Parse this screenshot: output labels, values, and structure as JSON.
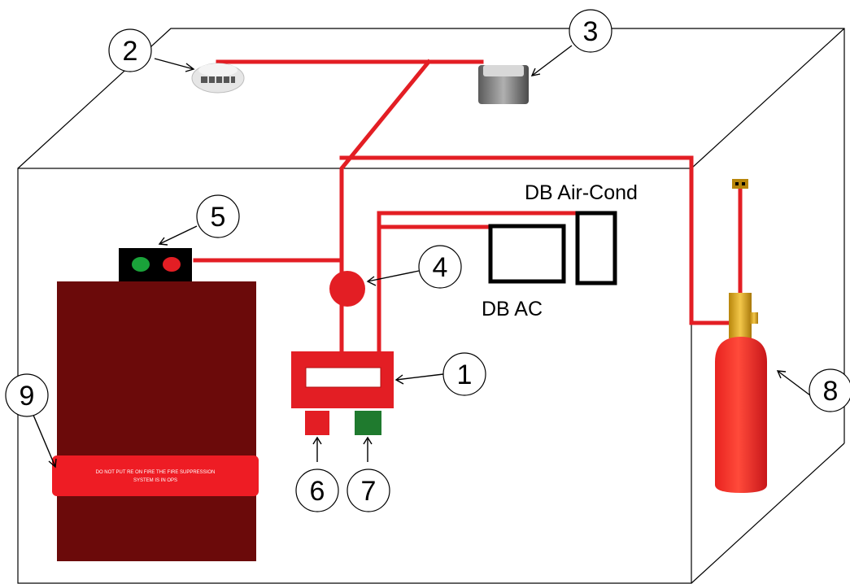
{
  "labels": {
    "db_air_cond": "DB Air-Cond",
    "db_ac": "DB AC"
  },
  "callouts": {
    "n1": "1",
    "n2": "2",
    "n3": "3",
    "n4": "4",
    "n5": "5",
    "n6": "6",
    "n7": "7",
    "n8": "8",
    "n9": "9"
  },
  "cabinet": {
    "warning_line1": "DO NOT PUT RE ON FIRE THE FIRE SUPPRESSION",
    "warning_line2": "SYSTEM IS IN OPS"
  },
  "colors": {
    "pipe_red": "#e31e24",
    "cabinet_maroon": "#6b0a0a",
    "cylinder_red": "#e8231f",
    "valve_brass": "#d4a017",
    "indicator_green": "#1aa33a",
    "button_green": "#1f7a2e"
  }
}
